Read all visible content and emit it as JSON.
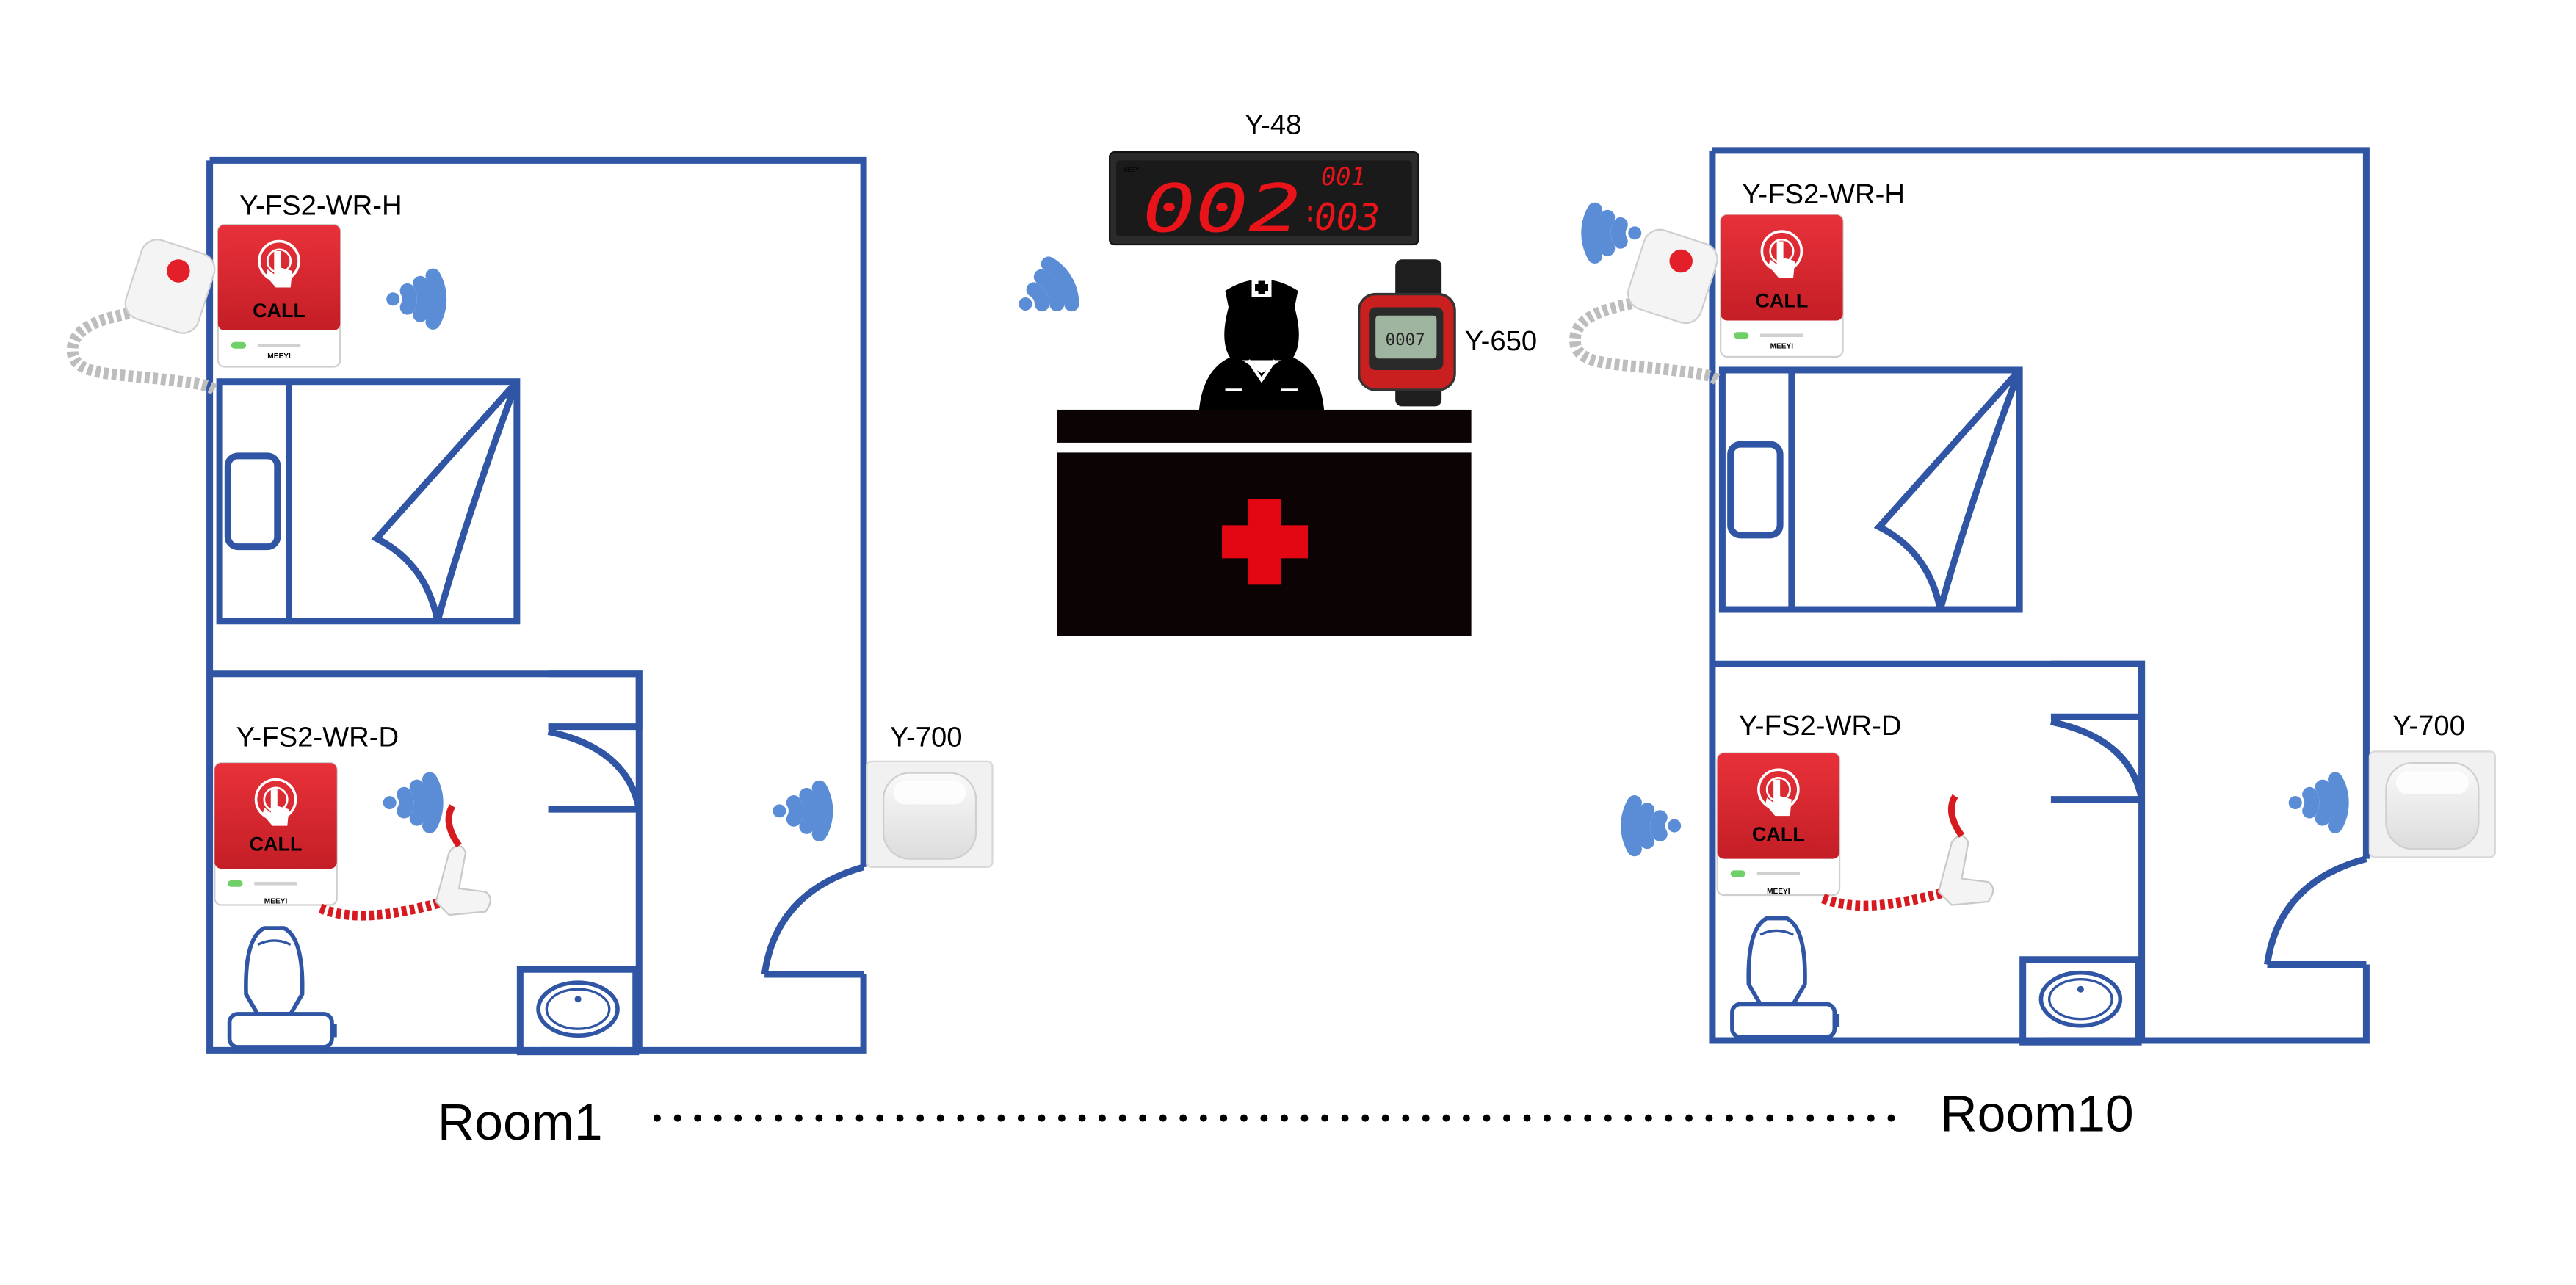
{
  "colors": {
    "plan_line": "#2f55a4",
    "wireless_signal": "#5b8dd6",
    "call_button_red": "#d7282f",
    "display_digits": "#e8141a",
    "nurse_desk": "#0b0304",
    "medical_cross": "#e30613"
  },
  "station": {
    "display_model": "Y-48",
    "display_main": "002",
    "display_top_right": "001",
    "display_bottom_right": "003",
    "display_brand": "MEEYI",
    "watch_model": "Y-650",
    "watch_screen": "0007",
    "icons": [
      "nurse-icon",
      "red-cross-icon",
      "wifi-signal-icon"
    ]
  },
  "rooms": [
    {
      "name": "Room1",
      "bedside_button_model": "Y-FS2-WR-H",
      "bathroom_button_model": "Y-FS2-WR-D",
      "corridor_light_model": "Y-700",
      "button_text": "CALL",
      "button_brand": "MEEYI"
    },
    {
      "name": "Room10",
      "bedside_button_model": "Y-FS2-WR-H",
      "bathroom_button_model": "Y-FS2-WR-D",
      "corridor_light_model": "Y-700",
      "button_text": "CALL",
      "button_brand": "MEEYI"
    }
  ]
}
